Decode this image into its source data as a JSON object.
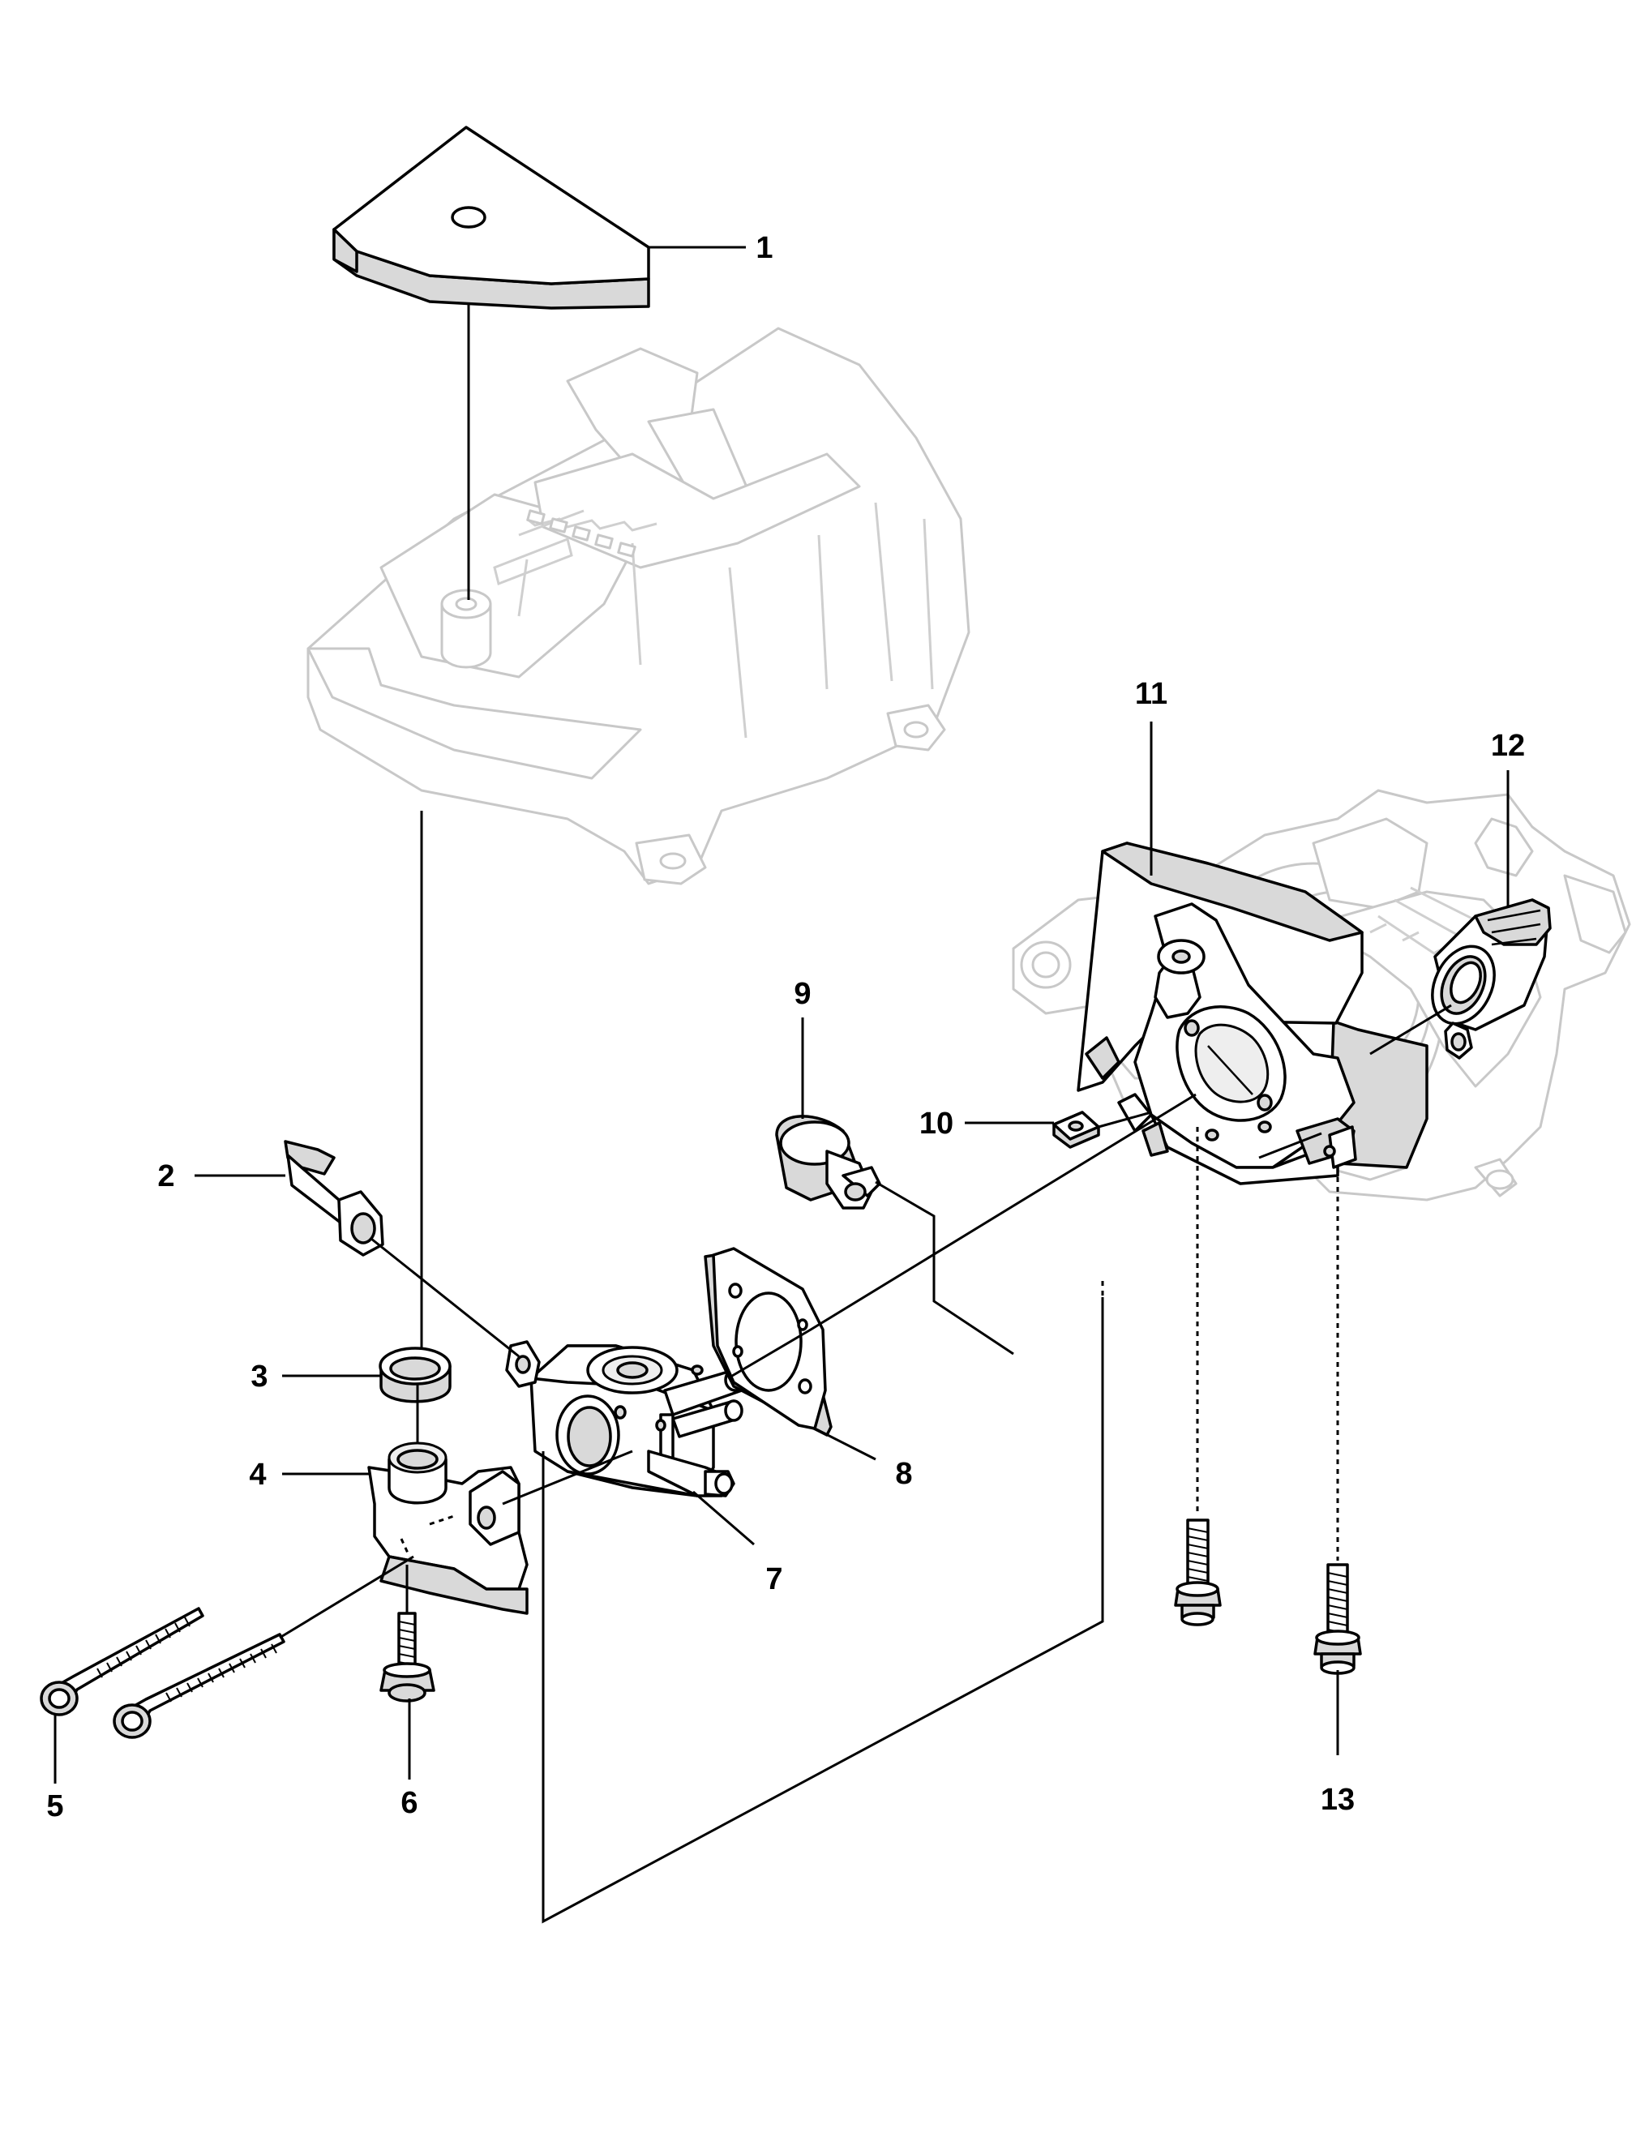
{
  "callouts": [
    "1",
    "2",
    "3",
    "4",
    "5",
    "6",
    "7",
    "8",
    "9",
    "10",
    "11",
    "12",
    "13"
  ],
  "colors": {
    "line": "#000000",
    "ghost_line": "#c8c8c8",
    "part_fill": "#ffffff",
    "shade_fill": "#d9d9d9"
  }
}
